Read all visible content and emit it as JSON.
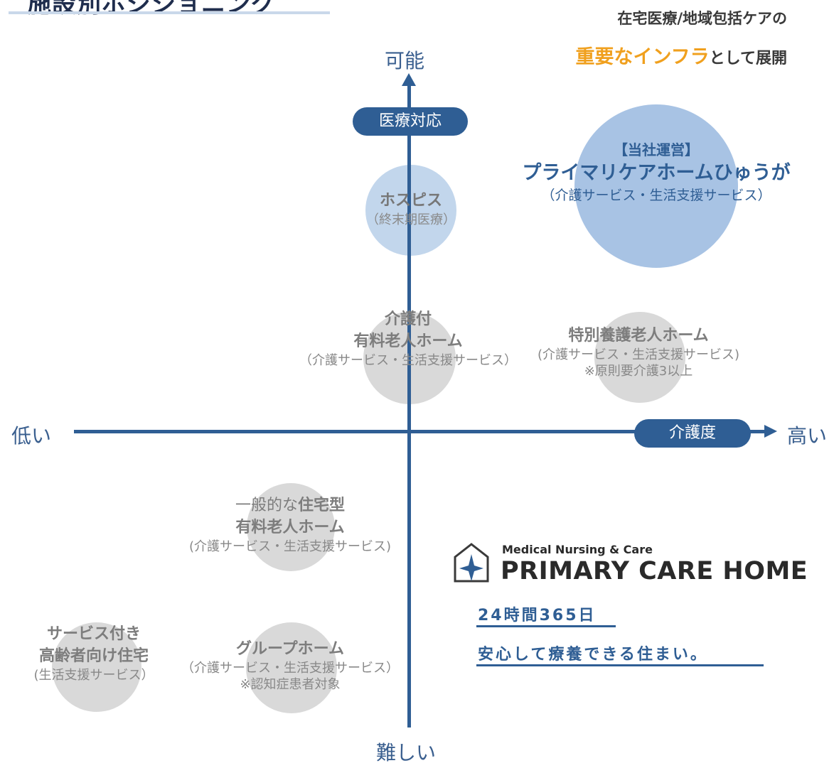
{
  "heading": "施設別ポジショニング",
  "tagline": {
    "line1": "在宅医療/地域包括ケアの",
    "highlight": "重要なインフラ",
    "rest": "として展開"
  },
  "axes": {
    "top": "可能",
    "bottom": "難しい",
    "left": "低い",
    "right": "高い",
    "vertical_pill": "医療対応",
    "horizontal_pill": "介護度"
  },
  "facilities": {
    "main": {
      "tag": "【当社運営】",
      "name": "プライマリケアホームひゅうが",
      "sub": "（介護サービス・生活支援サービス）"
    },
    "hospice": {
      "title": "ホスピス",
      "sub": "（終末期医療）"
    },
    "care_paid": {
      "title1": "介護付",
      "title2": "有料老人ホーム",
      "sub": "（介護サービス・生活支援サービス）"
    },
    "special": {
      "title": "特別養護老人ホーム",
      "sub": "(介護サービス・生活支援サービス)",
      "note": "※原則要介護3以上"
    },
    "residential": {
      "title1_prefix": "一般的な",
      "title1_bold": "住宅型",
      "title2": "有料老人ホーム",
      "sub": "(介護サービス・生活支援サービス)"
    },
    "group": {
      "title": "グループホーム",
      "sub": "（介護サービス・生活支援サービス）",
      "note": "※認知症患者対象"
    },
    "service_housing": {
      "title1": "サービス付き",
      "title2": "高齢者向け住宅",
      "sub": "(生活支援サービス）"
    }
  },
  "brand": {
    "small": "Medical Nursing & Care",
    "big": "PRIMARY CARE HOME",
    "line1": "24時間365日",
    "line2": "安心して療養できる住まい。",
    "icon": "house-star-icon"
  },
  "colors": {
    "navy": "#2f5e94",
    "orange": "#f0a01e",
    "gray_bubble": "#d9d9d9",
    "main_bubble": "#a8c3e4"
  }
}
